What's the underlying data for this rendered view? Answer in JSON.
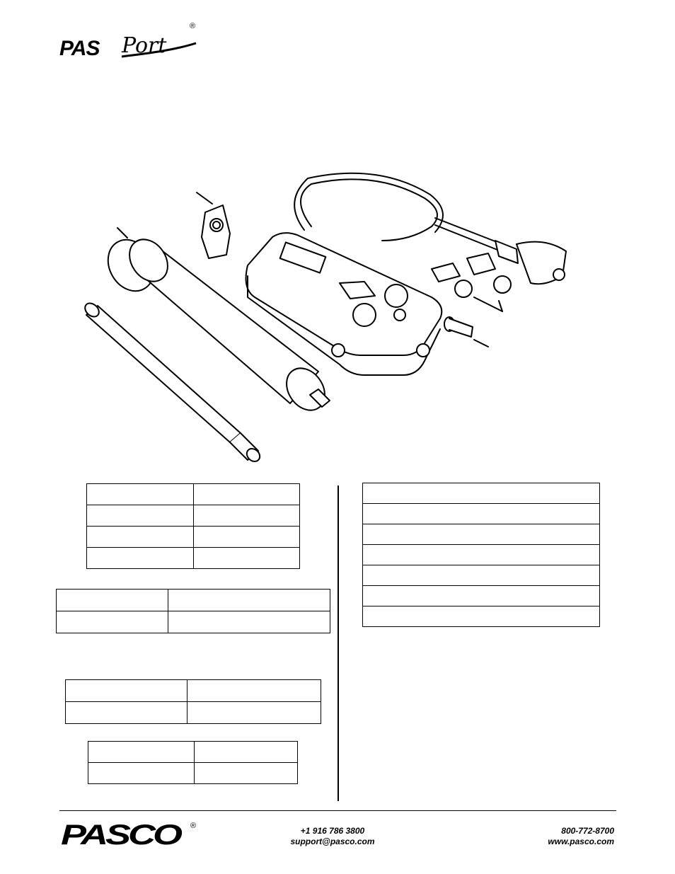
{
  "header": {
    "logo": {
      "brand_pas": "PAS",
      "brand_port": "Port",
      "registered": "®"
    }
  },
  "illustration": {
    "description_icon": "pressure-sensor-kit-illustration"
  },
  "footer": {
    "logo": {
      "brand": "PASCO",
      "registered": "®"
    },
    "international_phone": "+1 916 786 3800",
    "support_email": "support@pasco.com",
    "toll_free_phone": "800-772-8700",
    "website": "www.pasco.com"
  }
}
